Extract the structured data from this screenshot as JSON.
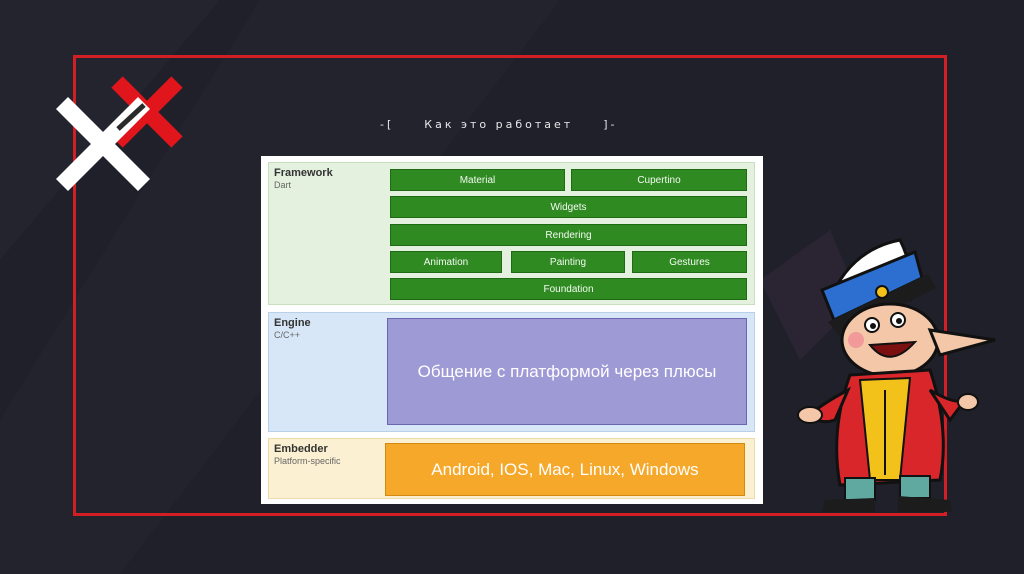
{
  "slide": {
    "title_open": "-[",
    "title": "Как это работает",
    "title_close": "]-"
  },
  "diagram": {
    "framework": {
      "name": "Framework",
      "sub": "Dart",
      "rows": [
        [
          "Material",
          "Cupertino"
        ],
        [
          "Widgets"
        ],
        [
          "Rendering"
        ],
        [
          "Animation",
          "Painting",
          "Gestures"
        ],
        [
          "Foundation"
        ]
      ]
    },
    "engine": {
      "name": "Engine",
      "sub": "C/C++",
      "box": "Общение с платформой через плюсы"
    },
    "embedder": {
      "name": "Embedder",
      "sub": "Platform-specific",
      "box": "Android, IOS, Mac, Linux, Windows"
    }
  },
  "colors": {
    "frame": "#d11f24",
    "background": "#1f2029",
    "framework_block": "#2f8a22",
    "engine_block": "#9e9ad6",
    "embedder_block": "#f5a82a"
  },
  "icons": [
    "cross-white-icon",
    "cross-red-icon",
    "mascot-illustration"
  ]
}
